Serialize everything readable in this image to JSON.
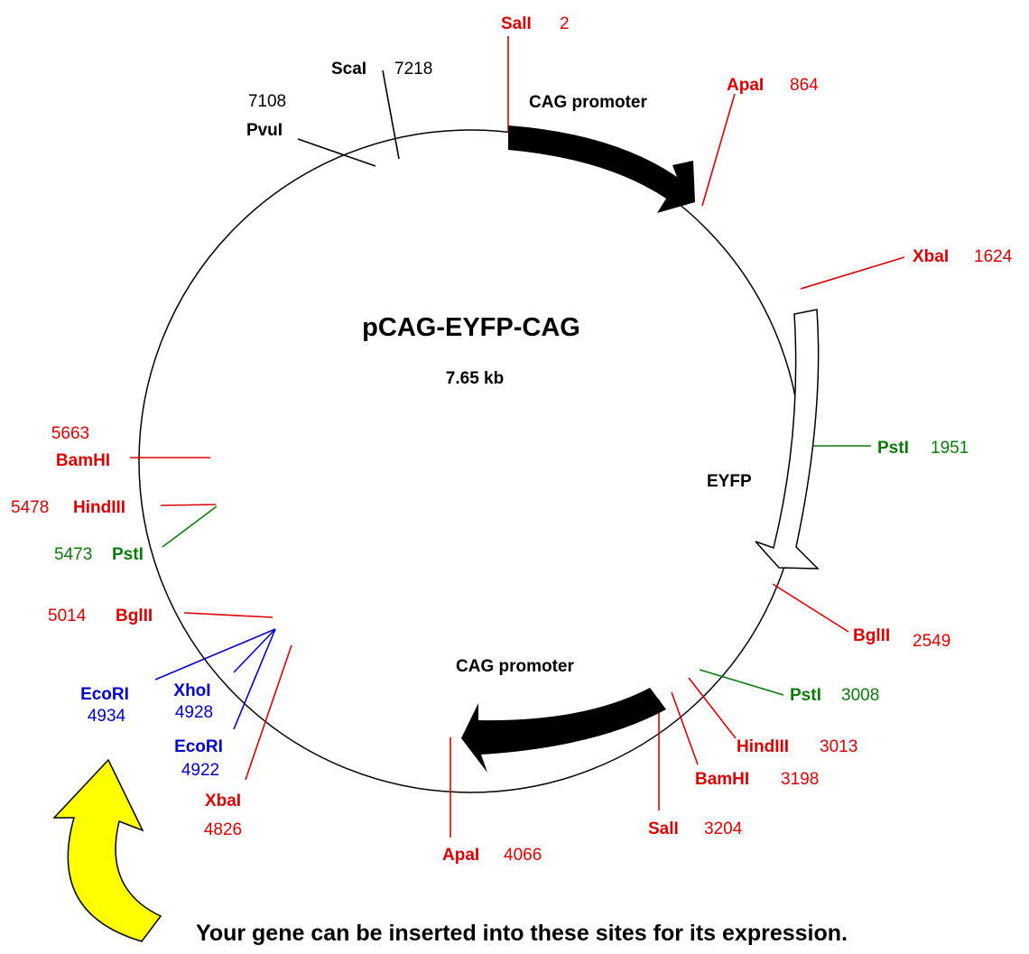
{
  "plasmid": {
    "name": "pCAG-EYFP-CAG",
    "size": "7.65 kb"
  },
  "colors": {
    "red": "#dd0000",
    "green": "#0a7a0a",
    "blue": "#0000cc",
    "black": "#000000",
    "arrow_yellow": "#ffff00"
  },
  "features": [
    {
      "name": "CAG promoter",
      "kind": "promoter",
      "fill": "#000000"
    },
    {
      "name": "EYFP",
      "kind": "gene",
      "fill": "#ffffff"
    },
    {
      "name": "CAG promoter",
      "kind": "promoter",
      "fill": "#000000"
    }
  ],
  "sites": [
    {
      "enzyme": "SalI",
      "position": "2",
      "color": "red"
    },
    {
      "enzyme": "ApaI",
      "position": "864",
      "color": "red"
    },
    {
      "enzyme": "XbaI",
      "position": "1624",
      "color": "red"
    },
    {
      "enzyme": "PstI",
      "position": "1951",
      "color": "green"
    },
    {
      "enzyme": "BglII",
      "position": "2549",
      "color": "red"
    },
    {
      "enzyme": "PstI",
      "position": "3008",
      "color": "green"
    },
    {
      "enzyme": "HindIII",
      "position": "3013",
      "color": "red"
    },
    {
      "enzyme": "BamHI",
      "position": "3198",
      "color": "red"
    },
    {
      "enzyme": "SalI",
      "position": "3204",
      "color": "red"
    },
    {
      "enzyme": "ApaI",
      "position": "4066",
      "color": "red"
    },
    {
      "enzyme": "XbaI",
      "position": "4826",
      "color": "red"
    },
    {
      "enzyme": "EcoRI",
      "position": "4922",
      "color": "blue"
    },
    {
      "enzyme": "XhoI",
      "position": "4928",
      "color": "blue"
    },
    {
      "enzyme": "EcoRI",
      "position": "4934",
      "color": "blue"
    },
    {
      "enzyme": "BglII",
      "position": "5014",
      "color": "red"
    },
    {
      "enzyme": "PstI",
      "position": "5473",
      "color": "green"
    },
    {
      "enzyme": "HindIII",
      "position": "5478",
      "color": "red"
    },
    {
      "enzyme": "BamHI",
      "position": "5663",
      "color": "red"
    },
    {
      "enzyme": "PvuI",
      "position": "7108",
      "color": "black"
    },
    {
      "enzyme": "ScaI",
      "position": "7218",
      "color": "black"
    }
  ],
  "note": "Your gene can be inserted into these sites for its expression.",
  "arrow_icon": "curved-arrow-icon"
}
